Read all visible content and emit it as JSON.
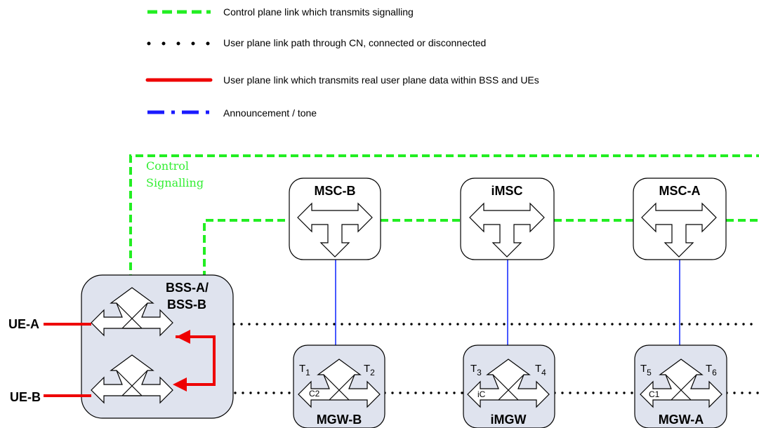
{
  "legend": {
    "control": "Control plane link which transmits signalling",
    "user_dotted": "User plane link path through CN, connected or disconnected",
    "user_red": "User plane link which transmits real user plane data within BSS and UEs",
    "announcement": "Announcement / tone"
  },
  "control_label": {
    "line1": "Control",
    "line2": "Signalling"
  },
  "nodes": {
    "msc_b": "MSC-B",
    "imsc": "iMSC",
    "msc_a": "MSC-A",
    "bss": {
      "line1": "BSS-A/",
      "line2": "BSS-B"
    },
    "mgw_b": {
      "name": "MGW-B",
      "t_left": "T",
      "t_left_sub": "1",
      "t_right": "T",
      "t_right_sub": "2",
      "context": "C2"
    },
    "imgw": {
      "name": "iMGW",
      "t_left": "T",
      "t_left_sub": "3",
      "t_right": "T",
      "t_right_sub": "4",
      "context": "iC"
    },
    "mgw_a": {
      "name": "MGW-A",
      "t_left": "T",
      "t_left_sub": "5",
      "t_right": "T",
      "t_right_sub": "6",
      "context": "C1"
    }
  },
  "ue": {
    "a": "UE-A",
    "b": "UE-B"
  },
  "colors": {
    "control": "#22ee22",
    "user_red": "#ee0000",
    "announcement": "#1a1aff",
    "bss_fill": "#dfe3ee",
    "link_blue": "#1a2fff"
  }
}
